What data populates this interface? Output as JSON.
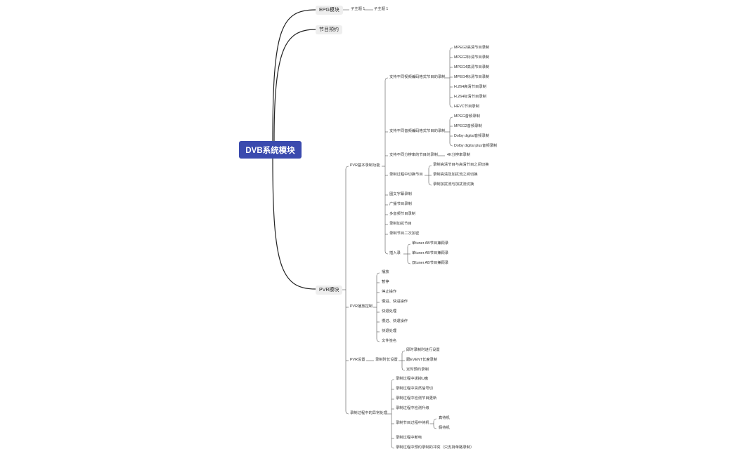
{
  "root": "DVB系统模块",
  "epg": {
    "label": "EPG模块",
    "sub1": "子主题 1",
    "sub2": "子主题 1"
  },
  "booking": {
    "label": "节目预约"
  },
  "pvr": {
    "label": "PVR模块",
    "basic": {
      "label": "PVR基本录制功能",
      "video": {
        "label": "支持不同视频编码格式节目的录制",
        "items": [
          "MPEG2高清节目录制",
          "MPEG2标清节目录制",
          "MPEG4高清节目录制",
          "MPEG4标清节目录制",
          "H.264高清节目录制",
          "H.264标清节目录制",
          "HEVC节目录制"
        ]
      },
      "audio": {
        "label": "支持不同音频编码格式节目的录制",
        "items": [
          "MPEG音频录制",
          "MPEG2音频录制",
          "Dolby digital音频录制",
          "Dolby digital plus音频录制"
        ]
      },
      "resolution": {
        "label": "支持不同分辨率的节目的录制",
        "item": "4K分辨率录制"
      },
      "switch": {
        "label": "录制过程中切换节目",
        "items": [
          "录制高清节目与高清节目之间切换",
          "录制高清及加扰流之间切换",
          "录制加扰流与加扰流切换"
        ]
      },
      "misc": [
        "图文字幕录制",
        "广播节目录制",
        "多音频节目录制",
        "录制加扰节目",
        "录制节目二次加密"
      ],
      "tuner": {
        "label": "插入录",
        "items": [
          "单tuner AB节目兼顾录",
          "单tuner AB节目兼顾录",
          "双tuner AB节目兼顾录"
        ]
      }
    },
    "playback": {
      "label": "PVR播放控制",
      "items": [
        "播放",
        "暂停",
        "停止操作",
        "慢进、快进操作",
        "快退处理",
        "慢进、快退操作",
        "快退处理",
        "文件签名"
      ]
    },
    "settings": {
      "label": "PVR设置",
      "duration": {
        "label": "录制时长设置",
        "items": [
          "即时录制时进行设置",
          "跟EVENT长度录制",
          "定时预约录制"
        ]
      }
    },
    "exceptions": {
      "label": "录制过程中的异常处理",
      "items": [
        "录制过程中拔掉U盘",
        "录制过程中突然信号切",
        "录制过程中检测节目更新",
        "录制过程中检测升级"
      ],
      "standby": {
        "label": "录制节目过程中待机",
        "items": [
          "真待机",
          "假待机"
        ]
      },
      "items2": [
        "录制过程中断电",
        "录制过程中预约录制的冲突（只支持单路录制）"
      ]
    }
  }
}
